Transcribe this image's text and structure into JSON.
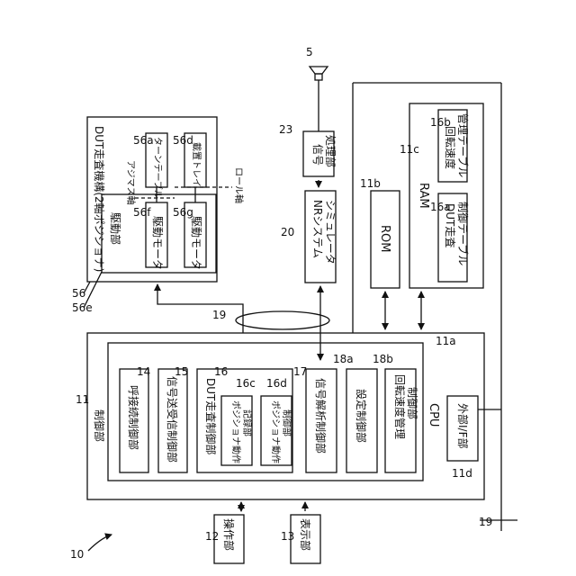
{
  "refs": {
    "figure": "10",
    "control_unit": "11",
    "cpu": "11a",
    "rom": "11b",
    "ram": "11c",
    "ext_if": "11d",
    "operation_unit": "12",
    "display_unit": "13",
    "call_ctrl": "14",
    "signal_txrx": "15",
    "dut_scan_ctrl": "16",
    "rot_speed_table": "16a",
    "dut_scan_table": "16b",
    "pos_record": "16c",
    "pos_ctrl": "16d",
    "signal_analysis": "17",
    "setting_ctrl": "18a",
    "rot_speed_mgmt": "18b",
    "nr_sim": "20",
    "signal_proc": "23",
    "speaker": "5",
    "dut_mech": "56",
    "turntable": "56a",
    "tray": "56d",
    "drive_unit": "56e",
    "motor_f": "56f",
    "motor_g": "56g",
    "cable_top": "19",
    "cable_bottom": "19"
  },
  "labels": {
    "control_unit": "制御部",
    "cpu": "CPU",
    "rom": "ROM",
    "ram": "RAM",
    "ext_if": "外部I/F部",
    "operation_unit": "操作部",
    "display_unit": "表示部",
    "call_ctrl": "呼接続制御部",
    "signal_txrx": "信号送受信制御部",
    "dut_scan_ctrl": "DUT走査制御部",
    "pos_record_l1": "ポジショナ動作",
    "pos_record_l2": "記録部",
    "pos_ctrl_l1": "ポジショナ動作",
    "pos_ctrl_l2": "制御部",
    "signal_analysis": "信号解析制御部",
    "setting_ctrl": "設定制御部",
    "rot_speed_mgmt_l1": "回転速度管理",
    "rot_speed_mgmt_l2": "制御部",
    "rot_table_l1": "DUT走査",
    "rot_table_l2": "制御テーブル",
    "dut_table_l1": "回転速度",
    "dut_table_l2": "管理テーブル",
    "nr_sim_l1": "NRシステム",
    "nr_sim_l2": "シミュレータ",
    "signal_proc_l1": "信号",
    "signal_proc_l2": "処理部",
    "dut_mech": "DUT走査機構(2軸ポジショナ)",
    "drive_unit": "駆動部",
    "motor": "駆動モータ",
    "turntable": "ターンテーブル",
    "tray": "載置トレイ",
    "azimuth_axis": "アジマス軸",
    "roll_axis": "ロール軸"
  }
}
